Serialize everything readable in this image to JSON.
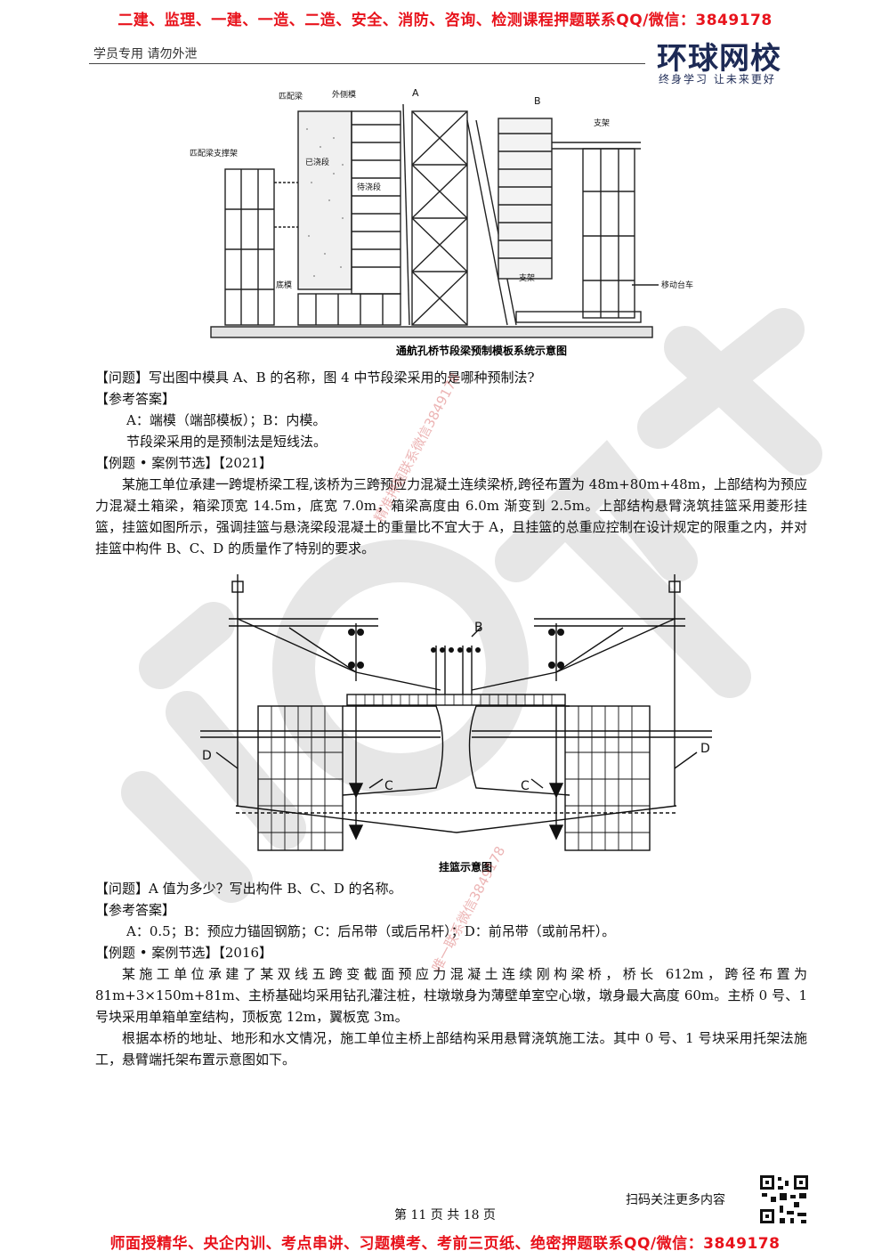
{
  "banner_top": "二建、监理、一建、一造、二造、安全、消防、咨询、检测课程押题联系QQ/微信：3849178",
  "header": {
    "note": "学员专用 请勿外泄",
    "logo_main": "环球网校",
    "logo_sub": "终身学习 让未来更好"
  },
  "figure1": {
    "caption": "通航孔桥节段梁预制模板系统示意图",
    "labels": {
      "match_beam": "匹配梁",
      "outer_mold": "外侧模",
      "a": "A",
      "b": "B",
      "bracket_top": "支架",
      "match_support": "匹配梁支撑架",
      "poured": "已浇段",
      "to_pour": "待浇段",
      "bottom_mold": "底模",
      "bracket_mid": "支架",
      "trolley": "移动台车"
    }
  },
  "q1": {
    "question": "【问题】写出图中模具 A、B 的名称，图 4 中节段梁采用的是哪种预制法?",
    "answer_title": "【参考答案】",
    "answer_1": "A：端模（端部模板）；B：内模。",
    "answer_2": "节段梁采用的是预制法是短线法。"
  },
  "ex1": {
    "title": "【例题 • 案例节选】【2021】",
    "body": "某施工单位承建一跨堤桥梁工程,该桥为三跨预应力混凝土连续梁桥,跨径布置为 48m+80m+48m，上部结构为预应力混凝土箱梁，箱梁顶宽 14.5m，底宽 7.0m，箱梁高度由 6.0m 渐变到 2.5m。上部结构悬臂浇筑挂篮采用菱形挂篮，挂篮如图所示，强调挂篮与悬浇梁段混凝土的重量比不宜大于 A，且挂篮的总重应控制在设计规定的限重之内，并对挂篮中构件 B、C、D 的质量作了特别的要求。"
  },
  "figure2": {
    "caption": "挂篮示意图",
    "labels": {
      "b": "B",
      "c_left": "C",
      "c_right": "C",
      "d_left": "D",
      "d_right": "D"
    }
  },
  "q2": {
    "question": "【问题】A 值为多少？写出构件 B、C、D 的名称。",
    "answer_title": "【参考答案】",
    "answer_1": "A：0.5；B：预应力锚固钢筋；C：后吊带（或后吊杆）；D：前吊带（或前吊杆）。"
  },
  "ex2": {
    "title": "【例题 • 案例节选】【2016】",
    "body_1": "某施工单位承建了某双线五跨变截面预应力混凝土连续刚构梁桥，桥长 612m，跨径布置为 81m+3×150m+81m、主桥基础均采用钻孔灌注桩，柱墩墩身为薄壁单室空心墩，墩身最大高度 60m。主桥 0 号、1 号块采用单箱单室结构，顶板宽 12m，翼板宽 3m。",
    "body_2": "根据本桥的地址、地形和水文情况，施工单位主桥上部结构采用悬臂浇筑施工法。其中 0 号、1 号块采用托架法施工，悬臂端托架布置示意图如下。"
  },
  "watermarks": {
    "wm1": "精准押题联系微信3849178",
    "wm2": "唯一联系微信3849178"
  },
  "footer": {
    "qr_text": "扫码关注更多内容",
    "page": "第 11 页 共 18 页",
    "banner_bottom": "师面授精华、央企内训、考点串讲、习题模考、考前三页纸、绝密押题联系QQ/微信：3849178"
  }
}
